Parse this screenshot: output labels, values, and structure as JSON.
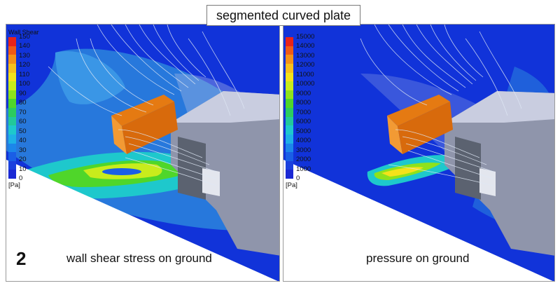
{
  "title": "segmented curved plate",
  "panel_number": "2",
  "left_panel": {
    "caption": "wall shear stress on ground",
    "legend_title": "Wall Shear",
    "legend_unit": "[Pa]",
    "ticks": [
      "150",
      "140",
      "130",
      "120",
      "110",
      "100",
      "90",
      "80",
      "70",
      "60",
      "50",
      "40",
      "30",
      "20",
      "10",
      "0"
    ]
  },
  "right_panel": {
    "caption": "pressure on ground",
    "legend_title": "",
    "legend_unit": "[Pa]",
    "ticks": [
      "15000",
      "14000",
      "13000",
      "12000",
      "11000",
      "10000",
      "9000",
      "8000",
      "7000",
      "6000",
      "5000",
      "4000",
      "3000",
      "2000",
      "1000",
      "0"
    ]
  },
  "colors": {
    "background_blue": "#1133d9",
    "contour_blue": "#2a7fdc",
    "ground_white": "#ffffff",
    "plate_orange": "#e57a12",
    "streamline": "#dfe8f5",
    "vehicle_gray": "#8f95ab"
  },
  "colorbar": [
    "#e8231a",
    "#f05a16",
    "#f59218",
    "#f8c01c",
    "#f4e21a",
    "#c8ec1c",
    "#8ee21c",
    "#4fd62a",
    "#2ccc5e",
    "#22c89a",
    "#1ec8cc",
    "#1eb0e6",
    "#1c86ea",
    "#1a5ee6",
    "#1a40de",
    "#1a28d4"
  ]
}
